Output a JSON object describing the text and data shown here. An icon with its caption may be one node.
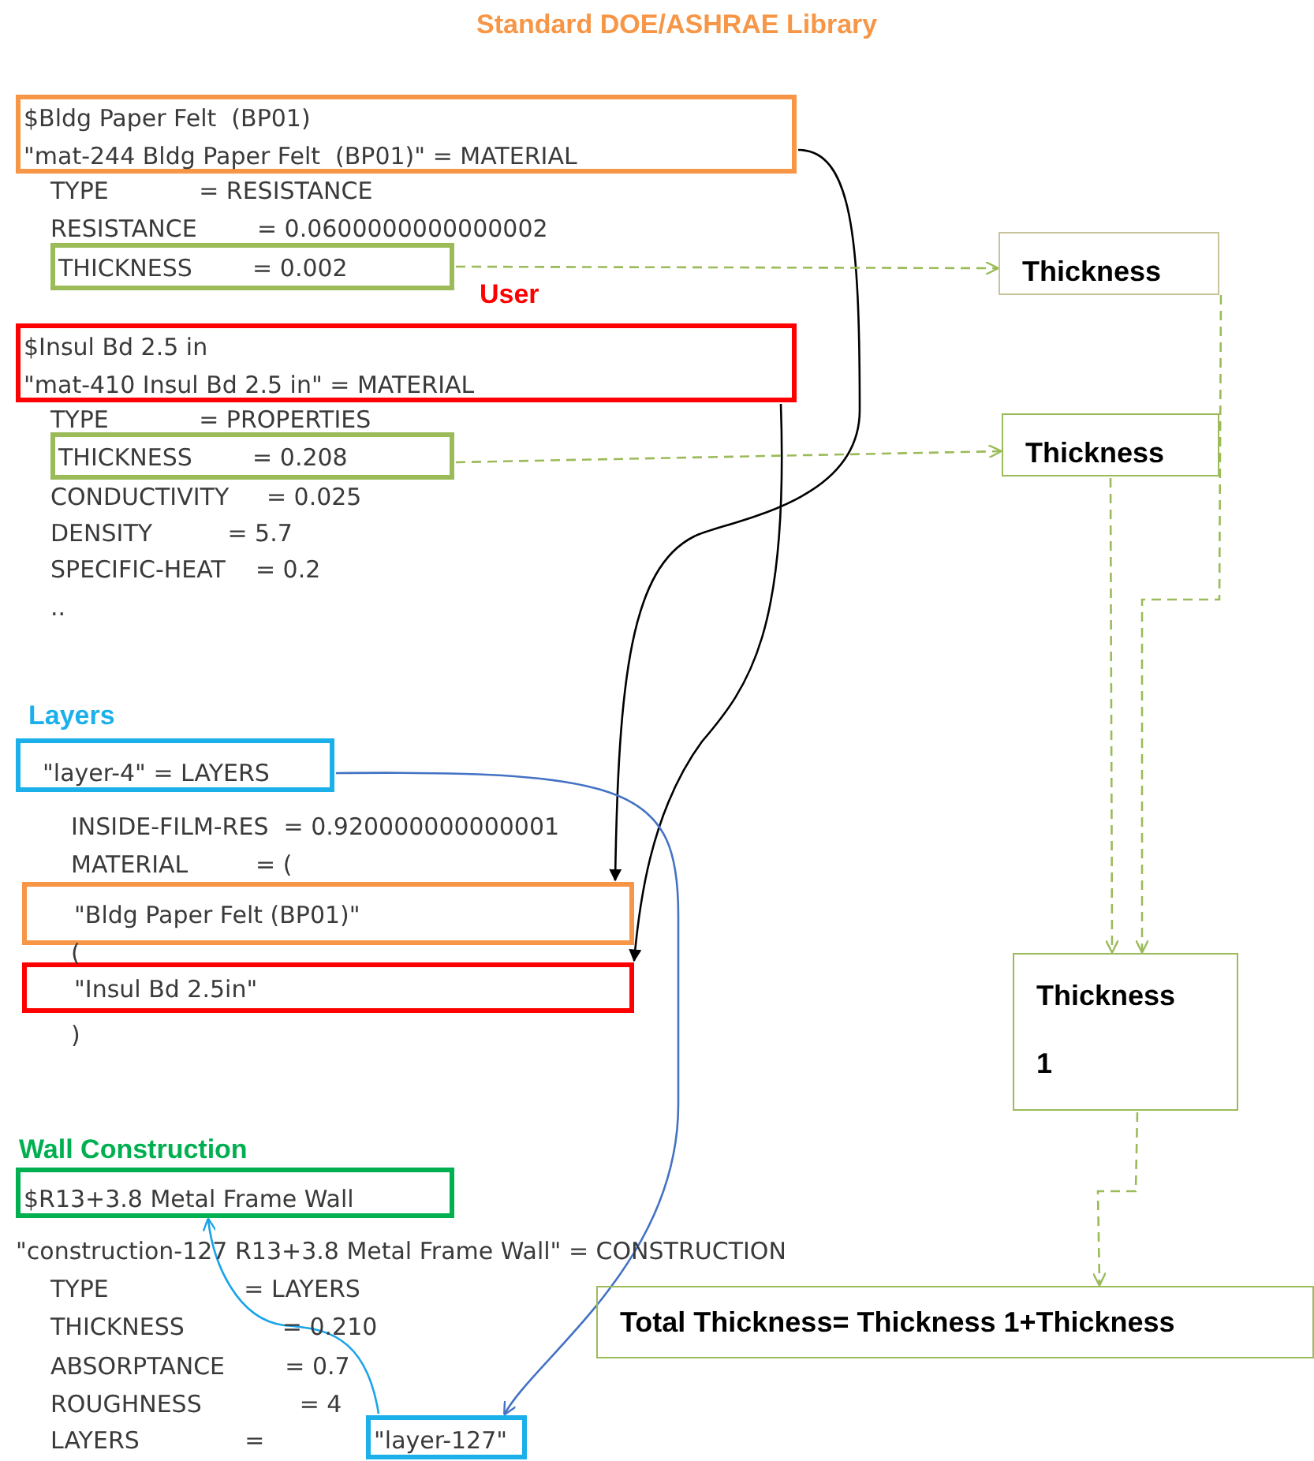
{
  "diagram": {
    "nodes": [
      {
        "text": [
          "Standard DOE/ASHRAE Library",
          "$Bldg Paper Felt  (BP01)",
          "\"mat-244 Bldg Paper Felt  (BP01)\" = MATERIAL"
        ]
      },
      {
        "text": [
          "THICKNESS        = 0.002"
        ]
      },
      {
        "text": [
          "User",
          "$Insul Bd 2.5 in",
          "\"mat-410 Insul Bd 2.5 in\" = MATERIAL"
        ]
      },
      {
        "text": [
          "THICKNESS        = 0.208"
        ]
      },
      {
        "text": [
          "Thickness"
        ]
      },
      {
        "text": [
          "Thickness"
        ]
      },
      {
        "text": [
          "Layers",
          "\"layer-4\" = LAYERS"
        ]
      },
      {
        "text": [
          "\"Bldg Paper Felt (BP01)\""
        ]
      },
      {
        "text": [
          "\"Insul Bd 2.5in\""
        ]
      },
      {
        "text": [
          "Thickness",
          "1"
        ]
      },
      {
        "text": [
          "Wall Construction",
          "$R13+3.8 Metal Frame Wall"
        ]
      },
      {
        "text": [
          "\"layer-127\""
        ]
      },
      {
        "text": [
          "Total Thickness= Thickness 1+Thickness"
        ]
      }
    ],
    "edges": [
      {
        "from": 0,
        "to": 7,
        "arrow": "to",
        "color": "#000000"
      },
      {
        "from": 2,
        "to": 8,
        "arrow": "to",
        "color": "#000000"
      },
      {
        "from": 1,
        "to": 4,
        "arrow": "to",
        "style": "dashed"
      },
      {
        "from": 3,
        "to": 5,
        "arrow": "to",
        "style": "dashed"
      },
      {
        "from": 4,
        "to": 9,
        "arrow": "to",
        "style": "dashed"
      },
      {
        "from": 5,
        "to": 9,
        "arrow": "to",
        "style": "dashed"
      },
      {
        "from": 9,
        "to": 12,
        "arrow": "to",
        "style": "dashed"
      },
      {
        "from": 6,
        "to": 11,
        "arrow": "to",
        "color": "#4472c4"
      },
      {
        "from": 11,
        "to": 10,
        "arrow": "to",
        "color": "#1aa3e8"
      }
    ],
    "labels": [
      "TYPE            = RESISTANCE",
      "RESISTANCE        = 0.0600000000000002",
      "TYPE            = PROPERTIES",
      "CONDUCTIVITY     = 0.025",
      "DENSITY          = 5.7",
      "SPECIFIC-HEAT    = 0.2",
      "..",
      "INSIDE-FILM-RES  = 0.920000000000001",
      "MATERIAL         = (",
      "(",
      ")",
      "\"construction-127 R13+3.8 Metal Frame Wall\" = CONSTRUCTION",
      "TYPE                  = LAYERS",
      "THICKNESS             = 0.210",
      "ABSORPTANCE        = 0.7",
      "ROUGHNESS             = 4",
      "LAYERS              ="
    ]
  }
}
